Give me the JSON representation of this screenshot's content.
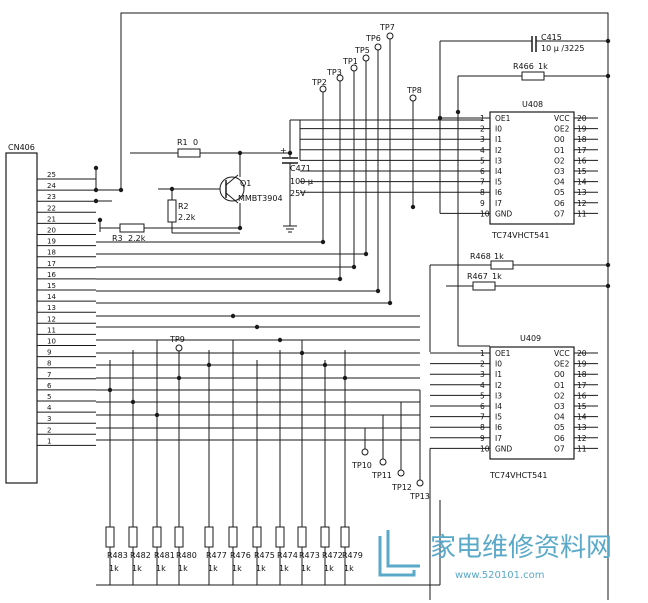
{
  "connector": {
    "ref": "CN406",
    "pins": [
      "25",
      "24",
      "23",
      "22",
      "21",
      "20",
      "19",
      "18",
      "17",
      "16",
      "15",
      "14",
      "13",
      "12",
      "11",
      "10",
      "9",
      "8",
      "7",
      "6",
      "5",
      "4",
      "3",
      "2",
      "1"
    ]
  },
  "u408": {
    "ref": "U408",
    "part": "TC74VHCT541",
    "left_nums": [
      "1",
      "2",
      "3",
      "4",
      "5",
      "6",
      "7",
      "8",
      "9",
      "10"
    ],
    "left_names": [
      "OE1",
      "I0",
      "I1",
      "I2",
      "I3",
      "I4",
      "I5",
      "I6",
      "I7",
      "GND"
    ],
    "right_nums": [
      "20",
      "19",
      "18",
      "17",
      "16",
      "15",
      "14",
      "13",
      "12",
      "11"
    ],
    "right_names": [
      "VCC",
      "OE2",
      "O0",
      "O1",
      "O2",
      "O3",
      "O4",
      "O5",
      "O6",
      "O7"
    ]
  },
  "u409": {
    "ref": "U409",
    "part": "TC74VHCT541",
    "left_nums": [
      "1",
      "2",
      "3",
      "4",
      "5",
      "6",
      "7",
      "8",
      "9",
      "10"
    ],
    "left_names": [
      "OE1",
      "I0",
      "I1",
      "I2",
      "I3",
      "I4",
      "I5",
      "I6",
      "I7",
      "GND"
    ],
    "right_nums": [
      "20",
      "19",
      "18",
      "17",
      "16",
      "15",
      "14",
      "13",
      "12",
      "11"
    ],
    "right_names": [
      "VCC",
      "OE2",
      "O0",
      "O1",
      "O2",
      "O3",
      "O4",
      "O5",
      "O6",
      "O7"
    ]
  },
  "parts": {
    "r1": {
      "ref": "R1",
      "value": "0"
    },
    "q1": {
      "ref": "Q1",
      "part": "MMBT3904"
    },
    "r2": {
      "ref": "R2",
      "value": "2.2k"
    },
    "r3": {
      "ref": "R3",
      "value": "2.2k"
    },
    "c471": {
      "ref": "C471",
      "value": "100 μ",
      "voltage": "25V"
    },
    "c415": {
      "ref": "C415",
      "value": "10 μ /3225"
    },
    "r466": {
      "ref": "R466",
      "value": "1k"
    },
    "r468": {
      "ref": "R468",
      "value": "1k"
    },
    "r467": {
      "ref": "R467",
      "value": "1k"
    }
  },
  "testpoints": [
    "TP1",
    "TP2",
    "TP3",
    "TP5",
    "TP6",
    "TP7",
    "TP8",
    "TP9",
    "TP10",
    "TP11",
    "TP12",
    "TP13"
  ],
  "bottom_resistors": {
    "refs": [
      "R483",
      "R482",
      "R481",
      "R480",
      "R477",
      "R476",
      "R475",
      "R474",
      "R473",
      "R472",
      "R479"
    ],
    "value": "1k"
  },
  "watermark": {
    "chinese": "家电维修资料网",
    "site": "www.520101.com"
  }
}
